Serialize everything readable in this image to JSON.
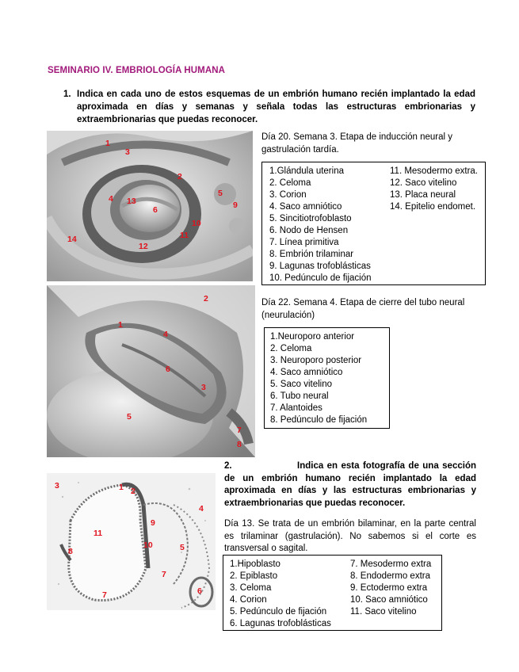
{
  "title": "SEMINARIO IV. EMBRIOLOGÍA HUMANA",
  "q1": {
    "number": "1.",
    "text": "Indica en cada uno de estos esquemas de un embrión humano recién implantado la edad aproximada en días y semanas y señala todas las estructuras embrionarias y extraembrionarias que puedas reconocer."
  },
  "fig1": {
    "caption": "Día 20. Semana 3. Etapa de inducción neural y gastrulación tardía.",
    "col1": [
      "1.Glándula uterina",
      "2. Celoma",
      "3. Corion",
      "4. Saco amniótico",
      "5. Sincitiotrofoblasto",
      "6. Nodo de Hensen",
      "7. Línea primitiva",
      "8. Embrión trilaminar",
      "9. Lagunas trofoblásticas",
      "10. Pedúnculo de fijación"
    ],
    "col2": [
      "11. Mesodermo extra.",
      "12. Saco vitelino",
      "13. Placa neural",
      "14. Epitelio endomet."
    ],
    "labels": [
      "1",
      "2",
      "3",
      "4",
      "5",
      "6",
      "9",
      "10",
      "11",
      "12",
      "13",
      "14"
    ]
  },
  "fig2": {
    "caption": "Día 22. Semana 4. Etapa de cierre del tubo neural (neurulación)",
    "items": [
      "1.Neuroporo anterior",
      "2. Celoma",
      "3. Neuroporo posterior",
      "4. Saco amniótico",
      "5. Saco vitelino",
      "6. Tubo neural",
      "7. Alantoides",
      "8. Pedúnculo de fijación"
    ],
    "labels": [
      "1",
      "2",
      "3",
      "4",
      "5",
      "6",
      "7",
      "8"
    ]
  },
  "q2": {
    "number": "2.",
    "text": "Indica en esta fotografía de una sección de un embrión humano recién implantado la edad aproximada en días y las estructuras embrionarias y extraembrionarias que puedas reconocer."
  },
  "fig3": {
    "caption": "Día 13. Se trata de un embrión bilaminar, en la parte central es trilaminar (gastrulación). No sabemos si el corte es transversal o sagital.",
    "col1": [
      "1.Hipoblasto",
      "2. Epiblasto",
      "3. Celoma",
      "4. Corion",
      "5. Pedúnculo de fijación",
      "6. Lagunas trofoblásticas"
    ],
    "col2": [
      "7. Mesodermo extra",
      "8. Endodermo extra",
      "9. Ectodermo extra",
      "10. Saco amniótico",
      "11. Saco vitelino"
    ],
    "labels": [
      "1",
      "2",
      "3",
      "4",
      "5",
      "6",
      "7",
      "8",
      "9",
      "10",
      "11"
    ]
  },
  "colors": {
    "title": "#a1197a",
    "label": "#e0141e"
  }
}
